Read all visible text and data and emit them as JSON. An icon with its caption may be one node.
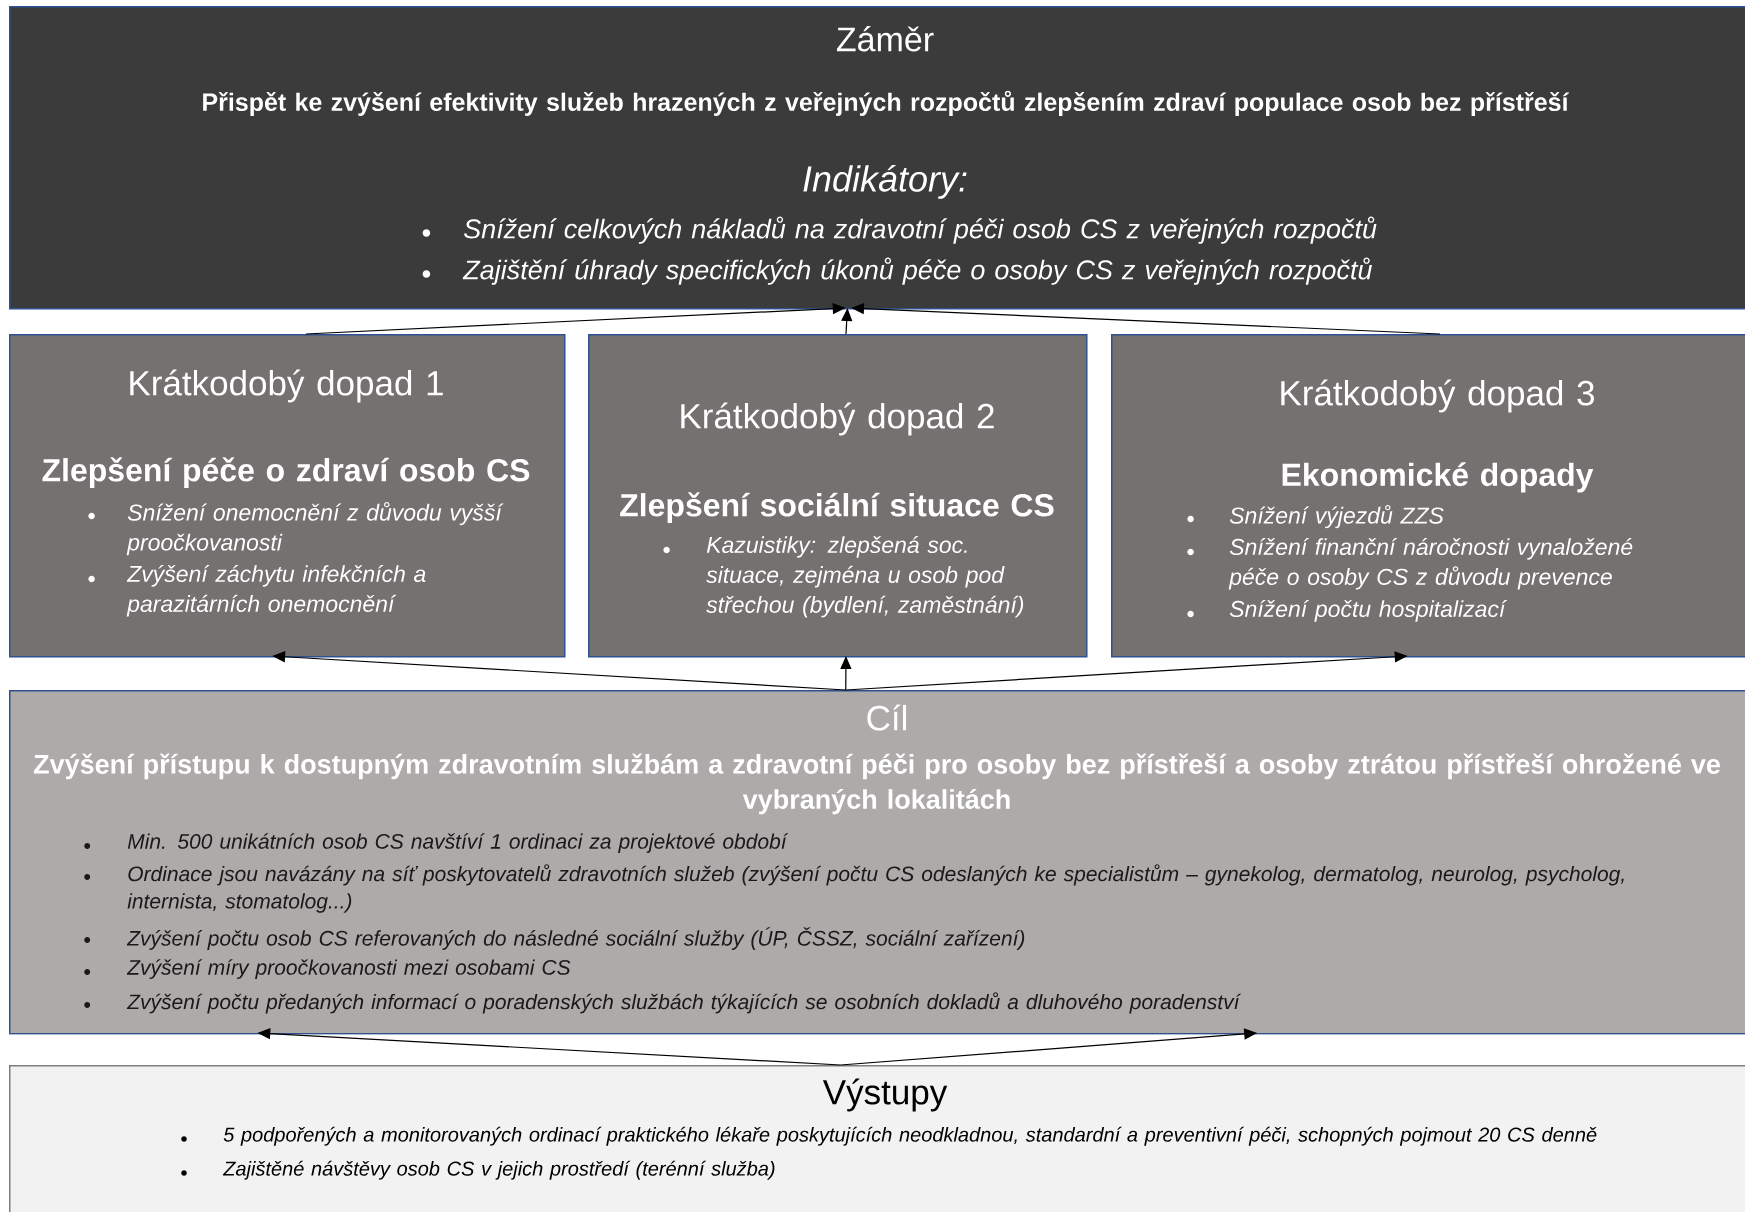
{
  "diagram": {
    "nodes": [
      {
        "text": [
          "Záměr",
          "Přispět ke zvýšení efektivity služeb hrazených z veřejných rozpočtů zlepšením zdraví populace osob bez přístřeší",
          "Indikátory:",
          "Snížení celkových nákladů na zdravotní péči osob CS z veřejných rozpočtů",
          "Zajištění úhrady specifických úkonů péče o osoby CS z veřejných rozpočtů"
        ]
      },
      {
        "text": [
          "Krátkodobý dopad 1",
          "Zlepšení péče o zdraví osob CS",
          "Snížení onemocnění z důvodu vyšší proočkovanosti",
          "Zvýšení záchytu infekčních a parazitárních onemocnění"
        ]
      },
      {
        "text": [
          "Krátkodobý dopad 2",
          "Zlepšení sociální situace CS",
          "Kazuistiky: zlepšená soc. situace, zejména u osob pod střechou (bydlení, zaměstnání)"
        ]
      },
      {
        "text": [
          "Krátkodobý dopad 3",
          "Ekonomické dopady",
          "Snížení výjezdů ZZS",
          "Snížení finanční náročnosti vynaložené péče o osoby CS z důvodu prevence",
          "Snížení počtu hospitalizací"
        ]
      },
      {
        "text": [
          "Cíl",
          "Zvýšení přístupu k dostupným zdravotním službám a zdravotní péči pro osoby bez přístřeší a osoby ztrátou přístřeší ohrožené ve vybraných lokalitách",
          "Min. 500 unikátních osob CS navštíví 1 ordinaci za projektové období",
          "Ordinace jsou navázány na síť poskytovatelů zdravotních služeb (zvýšení počtu CS odeslaných ke specialistům – gynekolog, dermatolog, neurolog, psycholog, internista, stomatolog...)",
          "Zvýšení počtu osob CS referovaných do následné sociální služby (ÚP, ČSSZ, sociální zařízení)",
          "Zvýšení míry proočkovanosti mezi osobami CS",
          "Zvýšení počtu předaných informací o poradenských službách týkajících se osobních dokladů a dluhového poradenství"
        ]
      },
      {
        "text": [
          "Výstupy",
          "5 podpořených a monitorovaných ordinací praktického lékaře poskytujících neodkladnou, standardní a preventivní péči, schopných pojmout 20 CS denně",
          "Zajištěné návštěvy osob CS v jejich prostředí (terénní služba)"
        ]
      }
    ],
    "edges": [
      {
        "from": 1,
        "to": 0,
        "arrow": "to"
      },
      {
        "from": 2,
        "to": 0,
        "arrow": "to"
      },
      {
        "from": 3,
        "to": 0,
        "arrow": "to"
      },
      {
        "from": 4,
        "to": 1,
        "arrow": "to"
      },
      {
        "from": 4,
        "to": 2,
        "arrow": "to"
      },
      {
        "from": 4,
        "to": 3,
        "arrow": "to"
      },
      {
        "from": 5,
        "to": 4,
        "arrow": "to"
      },
      {
        "from": 5,
        "to": 4,
        "arrow": "to"
      }
    ]
  }
}
